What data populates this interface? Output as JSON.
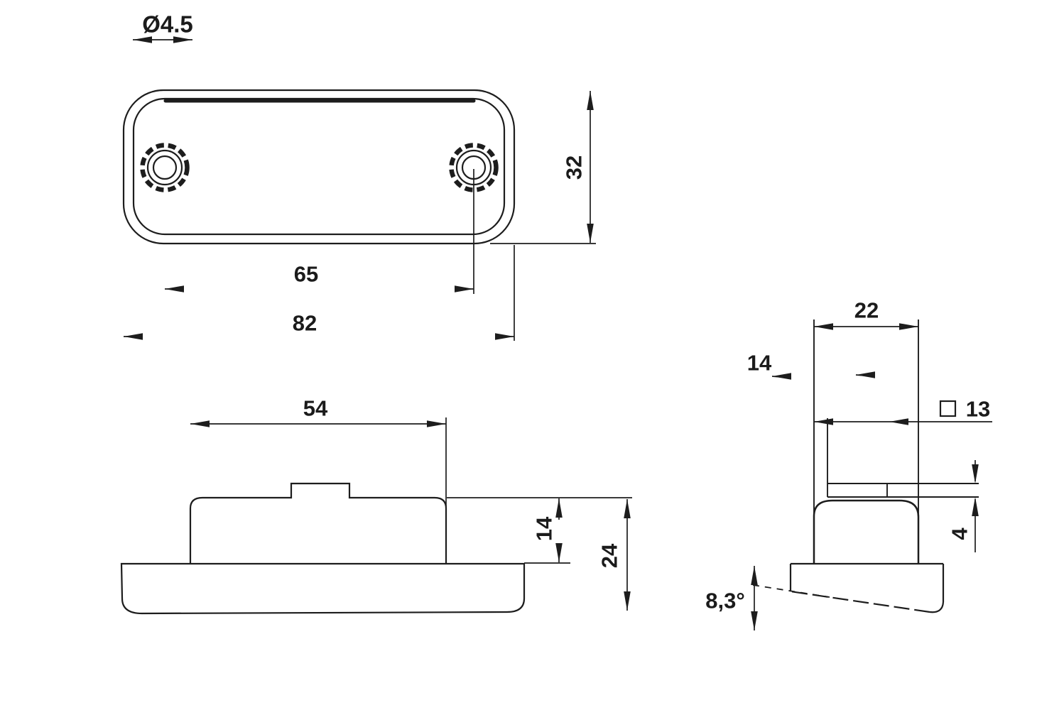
{
  "front_view": {
    "hole_diameter": "Ø4.5",
    "hole_spacing": "65",
    "overall_width": "82",
    "overall_height": "32"
  },
  "side_view": {
    "body_width": "54",
    "body_height": "14",
    "overall_height": "24"
  },
  "end_view": {
    "overall_width": "22",
    "depth": "14",
    "square_size": "13",
    "plate_thickness": "4",
    "base_angle": "8,3°"
  }
}
